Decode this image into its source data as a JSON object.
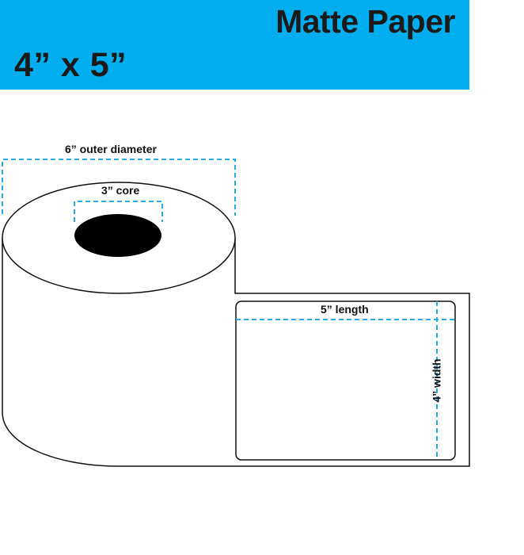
{
  "banner": {
    "title": "Matte Paper",
    "size": "4” x 5”",
    "background_color": "#00aeef"
  },
  "diagram": {
    "outer_diameter_label": "6” outer diameter",
    "core_label": "3” core",
    "length_label": "5” length",
    "width_label": "4” width",
    "dimension_line_color": "#29abe2",
    "outline_color": "#111111",
    "core_fill_color": "#000000"
  }
}
